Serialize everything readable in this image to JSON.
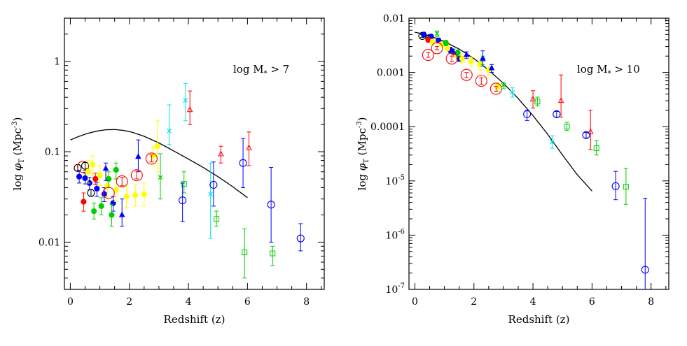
{
  "chart_data": [
    {
      "type": "scatter",
      "xlabel": "Redshift (z)",
      "ylabel_parts": [
        "log ",
        "φ",
        "T",
        " (Mpc",
        "-3",
        ")"
      ],
      "annotation_parts": [
        "log M",
        "*",
        " > 7"
      ],
      "xlim": [
        -0.2,
        8.6
      ],
      "ylim": [
        0.003,
        3.0
      ],
      "yscale": "log",
      "x_ticks": [
        "0",
        "2",
        "4",
        "6",
        "8"
      ],
      "y_ticks": [
        {
          "value": 1,
          "label": "1"
        },
        {
          "value": 0.1,
          "label": "0.1"
        },
        {
          "value": 0.01,
          "label": "0.01"
        }
      ],
      "model_curve": {
        "x": [
          0,
          0.3,
          0.6,
          0.9,
          1.2,
          1.5,
          1.8,
          2.1,
          2.5,
          3.0,
          3.5,
          4.0,
          4.5,
          5.0,
          5.5,
          6.0
        ],
        "y": [
          0.135,
          0.148,
          0.16,
          0.169,
          0.175,
          0.176,
          0.172,
          0.164,
          0.148,
          0.125,
          0.102,
          0.083,
          0.067,
          0.053,
          0.041,
          0.031
        ]
      },
      "points": [
        {
          "x": 0.25,
          "y": 0.066,
          "color": "#000000",
          "marker": "ocircle",
          "lo": 0.061,
          "hi": 0.072
        },
        {
          "x": 0.43,
          "y": 0.068,
          "color": "#ff0000",
          "marker": "bigcircle"
        },
        {
          "x": 0.5,
          "y": 0.07,
          "color": "#000000",
          "marker": "ocircle",
          "lo": 0.062,
          "hi": 0.076
        },
        {
          "x": 0.7,
          "y": 0.035,
          "color": "#000000",
          "marker": "ocircle",
          "lo": 0.032,
          "hi": 0.038
        },
        {
          "x": 0.3,
          "y": 0.053,
          "color": "#0000ff",
          "marker": "dot",
          "lo": 0.045,
          "hi": 0.062
        },
        {
          "x": 0.5,
          "y": 0.051,
          "color": "#0000ff",
          "marker": "dot",
          "lo": 0.044,
          "hi": 0.058
        },
        {
          "x": 0.65,
          "y": 0.045,
          "color": "#0000ff",
          "marker": "dot",
          "lo": 0.038,
          "hi": 0.052
        },
        {
          "x": 0.9,
          "y": 0.039,
          "color": "#0000ff",
          "marker": "dot",
          "lo": 0.032,
          "hi": 0.046
        },
        {
          "x": 1.15,
          "y": 0.034,
          "color": "#0000ff",
          "marker": "dot",
          "lo": 0.028,
          "hi": 0.04
        },
        {
          "x": 1.45,
          "y": 0.027,
          "color": "#0000ff",
          "marker": "dot",
          "lo": 0.022,
          "hi": 0.032
        },
        {
          "x": 0.45,
          "y": 0.028,
          "color": "#ff0000",
          "marker": "dot",
          "lo": 0.022,
          "hi": 0.035
        },
        {
          "x": 0.85,
          "y": 0.05,
          "color": "#ff0000",
          "marker": "dot",
          "lo": 0.043,
          "hi": 0.058
        },
        {
          "x": 0.6,
          "y": 0.06,
          "color": "#ffff00",
          "marker": "dot",
          "lo": 0.045,
          "hi": 0.08
        },
        {
          "x": 0.75,
          "y": 0.072,
          "color": "#ffff00",
          "marker": "dot",
          "lo": 0.055,
          "hi": 0.09
        },
        {
          "x": 1.0,
          "y": 0.055,
          "color": "#ffff00",
          "marker": "dot",
          "lo": 0.042,
          "hi": 0.07
        },
        {
          "x": 1.25,
          "y": 0.042,
          "color": "#ffff00",
          "marker": "dot",
          "lo": 0.032,
          "hi": 0.055
        },
        {
          "x": 1.55,
          "y": 0.038,
          "color": "#ffff00",
          "marker": "dot",
          "lo": 0.028,
          "hi": 0.05
        },
        {
          "x": 1.9,
          "y": 0.032,
          "color": "#ffff00",
          "marker": "dot",
          "lo": 0.024,
          "hi": 0.042
        },
        {
          "x": 2.2,
          "y": 0.033,
          "color": "#ffff00",
          "marker": "dot",
          "lo": 0.025,
          "hi": 0.043
        },
        {
          "x": 2.5,
          "y": 0.034,
          "color": "#ffff00",
          "marker": "dot",
          "lo": 0.025,
          "hi": 0.045
        },
        {
          "x": 2.8,
          "y": 0.09,
          "color": "#ffff00",
          "marker": "dot",
          "lo": 0.07,
          "hi": 0.115
        },
        {
          "x": 2.95,
          "y": 0.115,
          "color": "#ffff00",
          "marker": "dot",
          "lo": 0.06,
          "hi": 0.22
        },
        {
          "x": 0.8,
          "y": 0.022,
          "color": "#00cc00",
          "marker": "dot",
          "lo": 0.018,
          "hi": 0.027
        },
        {
          "x": 1.05,
          "y": 0.025,
          "color": "#00cc00",
          "marker": "dot",
          "lo": 0.02,
          "hi": 0.031
        },
        {
          "x": 1.4,
          "y": 0.02,
          "color": "#00cc00",
          "marker": "dot",
          "lo": 0.015,
          "hi": 0.026
        },
        {
          "x": 1.3,
          "y": 0.05,
          "color": "#00cc00",
          "marker": "dot",
          "lo": 0.04,
          "hi": 0.06
        },
        {
          "x": 1.55,
          "y": 0.063,
          "color": "#00cc00",
          "marker": "dot",
          "lo": 0.05,
          "hi": 0.075
        },
        {
          "x": 1.2,
          "y": 0.065,
          "color": "#0000ff",
          "marker": "tri",
          "lo": 0.048,
          "hi": 0.075
        },
        {
          "x": 1.75,
          "y": 0.02,
          "color": "#0000ff",
          "marker": "tri",
          "lo": 0.015,
          "hi": 0.03
        },
        {
          "x": 2.3,
          "y": 0.088,
          "color": "#0000ff",
          "marker": "tri",
          "lo": 0.06,
          "hi": 0.135
        },
        {
          "x": 1.75,
          "y": 0.047,
          "color": "#ff0000",
          "marker": "bigcircle",
          "lo": 0.042,
          "hi": 0.052
        },
        {
          "x": 2.25,
          "y": 0.055,
          "color": "#ff0000",
          "marker": "bigcircle",
          "lo": 0.05,
          "hi": 0.061
        },
        {
          "x": 2.75,
          "y": 0.084,
          "color": "#ff0000",
          "marker": "bigcircle",
          "lo": 0.077,
          "hi": 0.092
        },
        {
          "x": 1.3,
          "y": 0.035,
          "color": "#ff0000",
          "marker": "bigcircle"
        },
        {
          "x": 3.05,
          "y": 0.052,
          "color": "#00cc00",
          "marker": "cross",
          "lo": 0.03,
          "hi": 0.095
        },
        {
          "x": 3.35,
          "y": 0.17,
          "color": "#00e5e5",
          "marker": "cross",
          "lo": 0.12,
          "hi": 0.33
        },
        {
          "x": 3.9,
          "y": 0.37,
          "color": "#00e5e5",
          "marker": "cross",
          "lo": 0.22,
          "hi": 0.57
        },
        {
          "x": 4.75,
          "y": 0.034,
          "color": "#00e5e5",
          "marker": "cross",
          "lo": 0.011,
          "hi": 0.075
        },
        {
          "x": 4.05,
          "y": 0.29,
          "color": "#ff0000",
          "marker": "otri",
          "lo": 0.2,
          "hi": 0.47
        },
        {
          "x": 5.1,
          "y": 0.094,
          "color": "#ff0000",
          "marker": "otri",
          "lo": 0.075,
          "hi": 0.115
        },
        {
          "x": 6.05,
          "y": 0.11,
          "color": "#ff0000",
          "marker": "otri",
          "lo": 0.07,
          "hi": 0.165
        },
        {
          "x": 3.85,
          "y": 0.044,
          "color": "#00cc00",
          "marker": "osquare",
          "lo": 0.035,
          "hi": 0.06
        },
        {
          "x": 4.95,
          "y": 0.018,
          "color": "#00cc00",
          "marker": "osquare",
          "lo": 0.015,
          "hi": 0.022
        },
        {
          "x": 5.9,
          "y": 0.0077,
          "color": "#00cc00",
          "marker": "osquare",
          "lo": 0.004,
          "hi": 0.014
        },
        {
          "x": 6.85,
          "y": 0.0075,
          "color": "#00cc00",
          "marker": "osquare",
          "lo": 0.0055,
          "hi": 0.009
        },
        {
          "x": 3.8,
          "y": 0.029,
          "color": "#0000ff",
          "marker": "ocircle",
          "lo": 0.017,
          "hi": 0.045
        },
        {
          "x": 4.85,
          "y": 0.043,
          "color": "#0000ff",
          "marker": "ocircle",
          "lo": 0.025,
          "hi": 0.077
        },
        {
          "x": 5.85,
          "y": 0.075,
          "color": "#0000ff",
          "marker": "ocircle",
          "lo": 0.04,
          "hi": 0.14
        },
        {
          "x": 6.8,
          "y": 0.026,
          "color": "#0000ff",
          "marker": "ocircle",
          "lo": 0.01,
          "hi": 0.067
        },
        {
          "x": 7.8,
          "y": 0.011,
          "color": "#0000ff",
          "marker": "ocircle",
          "lo": 0.008,
          "hi": 0.016
        }
      ]
    },
    {
      "type": "scatter",
      "xlabel": "Redshift (z)",
      "ylabel_parts": [
        "log ",
        "φ",
        "T",
        " (Mpc",
        "-3",
        ")"
      ],
      "annotation_parts": [
        "log M",
        "*",
        " > 10"
      ],
      "xlim": [
        -0.2,
        8.6
      ],
      "ylim": [
        1e-07,
        0.01
      ],
      "yscale": "log",
      "x_ticks": [
        "0",
        "2",
        "4",
        "6",
        "8"
      ],
      "y_ticks": [
        {
          "value": 0.01,
          "label": "0.01"
        },
        {
          "value": 0.001,
          "label": "0.001"
        },
        {
          "value": 0.0001,
          "label": "0.0001"
        },
        {
          "value": 1e-05,
          "label": "10",
          "sup": "-5"
        },
        {
          "value": 1e-06,
          "label": "10",
          "sup": "-6"
        },
        {
          "value": 1e-07,
          "label": "10",
          "sup": "-7"
        }
      ],
      "model_curve": {
        "x": [
          0,
          0.3,
          0.6,
          1.0,
          1.5,
          2.0,
          2.5,
          3.0,
          3.5,
          4.0,
          4.5,
          5.0,
          5.5,
          6.0
        ],
        "y": [
          0.0055,
          0.0051,
          0.0045,
          0.0037,
          0.0027,
          0.0018,
          0.0011,
          0.00063,
          0.00033,
          0.00016,
          7.2e-05,
          3e-05,
          1.3e-05,
          6.5e-06
        ]
      },
      "points": [
        {
          "x": 0.25,
          "y": 0.0047,
          "color": "#000000",
          "marker": "ocircle",
          "lo": 0.0044,
          "hi": 0.005
        },
        {
          "x": 0.5,
          "y": 0.0043,
          "color": "#000000",
          "marker": "ocircle",
          "lo": 0.004,
          "hi": 0.0046
        },
        {
          "x": 0.3,
          "y": 0.005,
          "color": "#0000ff",
          "marker": "dot",
          "lo": 0.0046,
          "hi": 0.0055
        },
        {
          "x": 0.55,
          "y": 0.0046,
          "color": "#0000ff",
          "marker": "dot",
          "lo": 0.0042,
          "hi": 0.005
        },
        {
          "x": 0.8,
          "y": 0.0039,
          "color": "#0000ff",
          "marker": "dot",
          "lo": 0.0035,
          "hi": 0.0043
        },
        {
          "x": 1.2,
          "y": 0.0026,
          "color": "#0000ff",
          "marker": "dot",
          "lo": 0.0023,
          "hi": 0.0029
        },
        {
          "x": 1.5,
          "y": 0.0018,
          "color": "#0000ff",
          "marker": "dot",
          "lo": 0.0016,
          "hi": 0.002
        },
        {
          "x": 0.45,
          "y": 0.004,
          "color": "#ff0000",
          "marker": "dot",
          "lo": 0.0036,
          "hi": 0.0044
        },
        {
          "x": 0.6,
          "y": 0.0037,
          "color": "#ffff00",
          "marker": "dot",
          "lo": 0.0033,
          "hi": 0.0041
        },
        {
          "x": 0.9,
          "y": 0.0033,
          "color": "#ffff00",
          "marker": "dot",
          "lo": 0.003,
          "hi": 0.0036
        },
        {
          "x": 1.1,
          "y": 0.0028,
          "color": "#ffff00",
          "marker": "dot",
          "lo": 0.0025,
          "hi": 0.0031
        },
        {
          "x": 1.35,
          "y": 0.0022,
          "color": "#ffff00",
          "marker": "dot",
          "lo": 0.0019,
          "hi": 0.0025
        },
        {
          "x": 1.6,
          "y": 0.0018,
          "color": "#ffff00",
          "marker": "dot",
          "lo": 0.0015,
          "hi": 0.0021
        },
        {
          "x": 1.9,
          "y": 0.0016,
          "color": "#ffff00",
          "marker": "dot",
          "lo": 0.0013,
          "hi": 0.0019
        },
        {
          "x": 2.2,
          "y": 0.0014,
          "color": "#ffff00",
          "marker": "dot",
          "lo": 0.0011,
          "hi": 0.0017
        },
        {
          "x": 2.5,
          "y": 0.0011,
          "color": "#ffff00",
          "marker": "dot",
          "lo": 0.0009,
          "hi": 0.0013
        },
        {
          "x": 2.8,
          "y": 0.00055,
          "color": "#ffff00",
          "marker": "dot",
          "lo": 0.00045,
          "hi": 0.00065
        },
        {
          "x": 0.75,
          "y": 0.0052,
          "color": "#00cc00",
          "marker": "cross",
          "lo": 0.0046,
          "hi": 0.0058
        },
        {
          "x": 1.05,
          "y": 0.0035,
          "color": "#00cc00",
          "marker": "dot",
          "lo": 0.0031,
          "hi": 0.0039
        },
        {
          "x": 1.45,
          "y": 0.0023,
          "color": "#00cc00",
          "marker": "dot",
          "lo": 0.002,
          "hi": 0.0026
        },
        {
          "x": 2.3,
          "y": 0.0017,
          "color": "#00cc00",
          "marker": "cross",
          "lo": 0.0014,
          "hi": 0.002
        },
        {
          "x": 1.3,
          "y": 0.0024,
          "color": "#0000ff",
          "marker": "tri",
          "lo": 0.0021,
          "hi": 0.0027
        },
        {
          "x": 1.75,
          "y": 0.0021,
          "color": "#0000ff",
          "marker": "tri",
          "lo": 0.0018,
          "hi": 0.0024
        },
        {
          "x": 2.3,
          "y": 0.0018,
          "color": "#0000ff",
          "marker": "tri",
          "lo": 0.0013,
          "hi": 0.0025
        },
        {
          "x": 2.6,
          "y": 0.0012,
          "color": "#0000ff",
          "marker": "tri",
          "lo": 0.001,
          "hi": 0.0014
        },
        {
          "x": 0.45,
          "y": 0.0021,
          "color": "#ff0000",
          "marker": "bigcircle",
          "lo": 0.0019,
          "hi": 0.0023
        },
        {
          "x": 0.75,
          "y": 0.0028,
          "color": "#ff0000",
          "marker": "bigcircle",
          "lo": 0.0026,
          "hi": 0.003
        },
        {
          "x": 1.25,
          "y": 0.0018,
          "color": "#ff0000",
          "marker": "bigcircle",
          "lo": 0.0016,
          "hi": 0.002
        },
        {
          "x": 1.75,
          "y": 0.0009,
          "color": "#ff0000",
          "marker": "bigcircle",
          "lo": 0.0008,
          "hi": 0.001
        },
        {
          "x": 2.25,
          "y": 0.0007,
          "color": "#ff0000",
          "marker": "bigcircle",
          "lo": 0.0006,
          "hi": 0.0008
        },
        {
          "x": 2.75,
          "y": 0.0005,
          "color": "#ff0000",
          "marker": "bigcircle",
          "lo": 0.00045,
          "hi": 0.00055
        },
        {
          "x": 3.0,
          "y": 0.00058,
          "color": "#00cc00",
          "marker": "cross",
          "lo": 0.0005,
          "hi": 0.00066
        },
        {
          "x": 3.3,
          "y": 0.00043,
          "color": "#00e5e5",
          "marker": "cross",
          "lo": 0.00035,
          "hi": 0.00052
        },
        {
          "x": 4.65,
          "y": 5.2e-05,
          "color": "#00e5e5",
          "marker": "cross",
          "lo": 4e-05,
          "hi": 6.8e-05
        },
        {
          "x": 4.0,
          "y": 0.00032,
          "color": "#ff0000",
          "marker": "otri",
          "lo": 0.00022,
          "hi": 0.00046
        },
        {
          "x": 4.95,
          "y": 0.0003,
          "color": "#ff0000",
          "marker": "otri",
          "lo": 0.00015,
          "hi": 0.0009
        },
        {
          "x": 5.95,
          "y": 8e-05,
          "color": "#ff0000",
          "marker": "otri",
          "lo": 3.8e-05,
          "hi": 0.0002
        },
        {
          "x": 4.15,
          "y": 0.00029,
          "color": "#00cc00",
          "marker": "osquare",
          "lo": 0.00024,
          "hi": 0.00035
        },
        {
          "x": 5.15,
          "y": 0.0001,
          "color": "#00cc00",
          "marker": "osquare",
          "lo": 8.5e-05,
          "hi": 0.00012
        },
        {
          "x": 6.15,
          "y": 4e-05,
          "color": "#00cc00",
          "marker": "osquare",
          "lo": 3e-05,
          "hi": 5.5e-05
        },
        {
          "x": 7.15,
          "y": 7.8e-06,
          "color": "#00cc00",
          "marker": "osquare",
          "lo": 3.7e-06,
          "hi": 1.7e-05
        },
        {
          "x": 3.8,
          "y": 0.00017,
          "color": "#0000ff",
          "marker": "ocircle",
          "lo": 0.00013,
          "hi": 0.0002
        },
        {
          "x": 4.8,
          "y": 0.00017,
          "color": "#0000ff",
          "marker": "ocircle",
          "lo": 0.00015,
          "hi": 0.00019
        },
        {
          "x": 5.8,
          "y": 7e-05,
          "color": "#0000ff",
          "marker": "ocircle",
          "lo": 6.2e-05,
          "hi": 7.8e-05
        },
        {
          "x": 6.8,
          "y": 8e-06,
          "color": "#0000ff",
          "marker": "ocircle",
          "lo": 4.5e-06,
          "hi": 1.5e-05
        },
        {
          "x": 7.8,
          "y": 2.3e-07,
          "color": "#0000ff",
          "marker": "ocircle",
          "lo": 1e-07,
          "hi": 4.8e-06
        }
      ]
    }
  ]
}
